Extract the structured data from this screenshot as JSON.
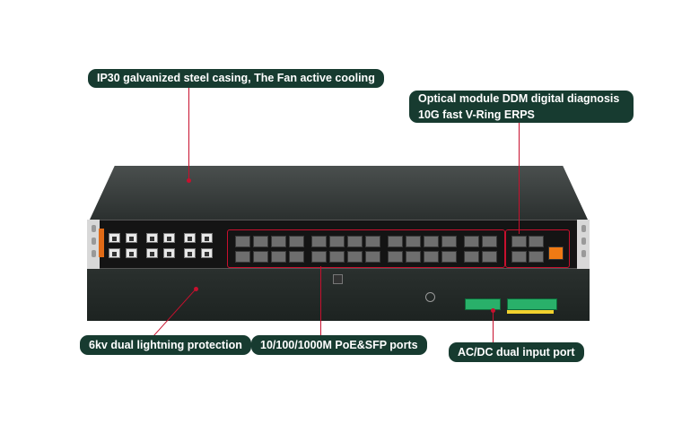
{
  "callouts": {
    "casing": "IP30 galvanized steel casing, The Fan active cooling",
    "optical_line1": "Optical module DDM digital diagnosis",
    "optical_line2": "10G fast V-Ring ERPS",
    "lightning": "6kv dual lightning protection",
    "ports": "10/100/1000M PoE&SFP ports",
    "power": "AC/DC dual input port"
  },
  "colors": {
    "callout_bg": "#173b30",
    "leader": "#c8102e"
  }
}
